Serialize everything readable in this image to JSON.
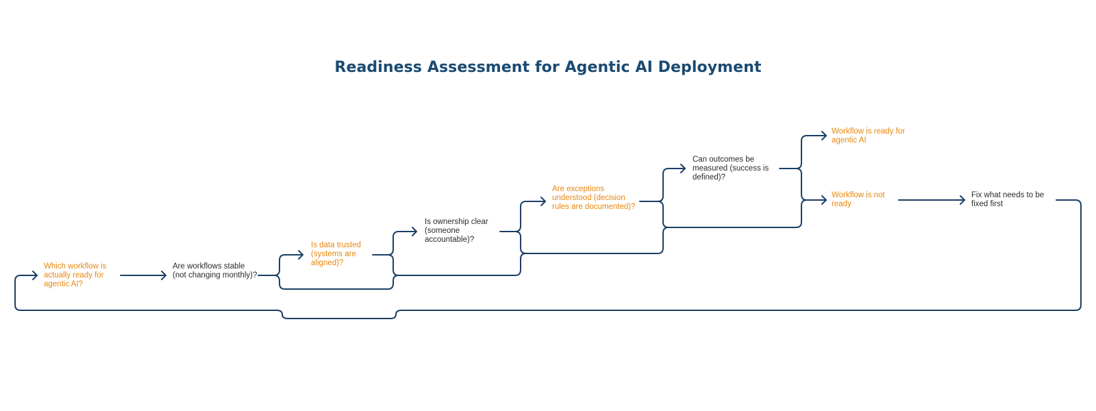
{
  "title": "Readiness Assessment for Agentic AI Deployment",
  "colors": {
    "title": "#1b4a72",
    "connector": "#1b3f66",
    "accent_text": "#e8870e",
    "plain_text": "#2b2b2b"
  },
  "nodes": {
    "q_workflow": "Which workflow is actually ready for agentic AI?",
    "q_stable": "Are workflows stable (not changing monthly)?",
    "q_data": "Is data trusted (systems are aligned)?",
    "q_ownership": "Is ownership clear (someone accountable)?",
    "q_exceptions": "Are exceptions understood (decision rules are documented)?",
    "q_outcomes": "Can outcomes be measured (success is defined)?",
    "r_ready": "Workflow is ready for agentic AI",
    "r_not_ready": "Workflow is not ready",
    "a_fix": "Fix what needs to be fixed first"
  }
}
